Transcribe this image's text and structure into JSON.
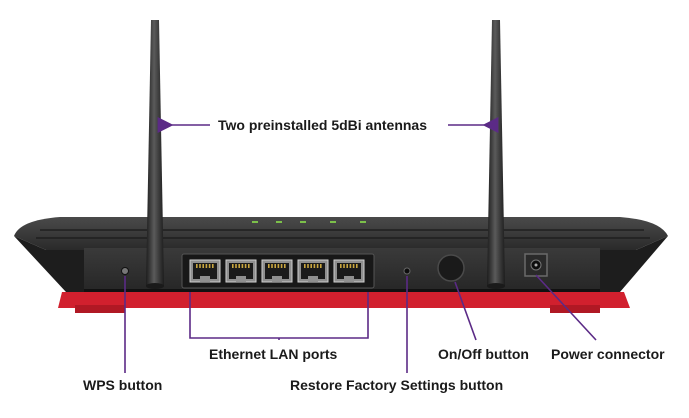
{
  "labels": {
    "antennas": "Two preinstalled 5dBi antennas",
    "ethernet": "Ethernet LAN ports",
    "onoff": "On/Off button",
    "power": "Power connector",
    "wps": "WPS button",
    "restore": "Restore Factory Settings button"
  },
  "colors": {
    "callout": "#5b2a86",
    "red_base": "#d1202e",
    "body": "#2b2b2b"
  },
  "ethernet_port_count": 5
}
